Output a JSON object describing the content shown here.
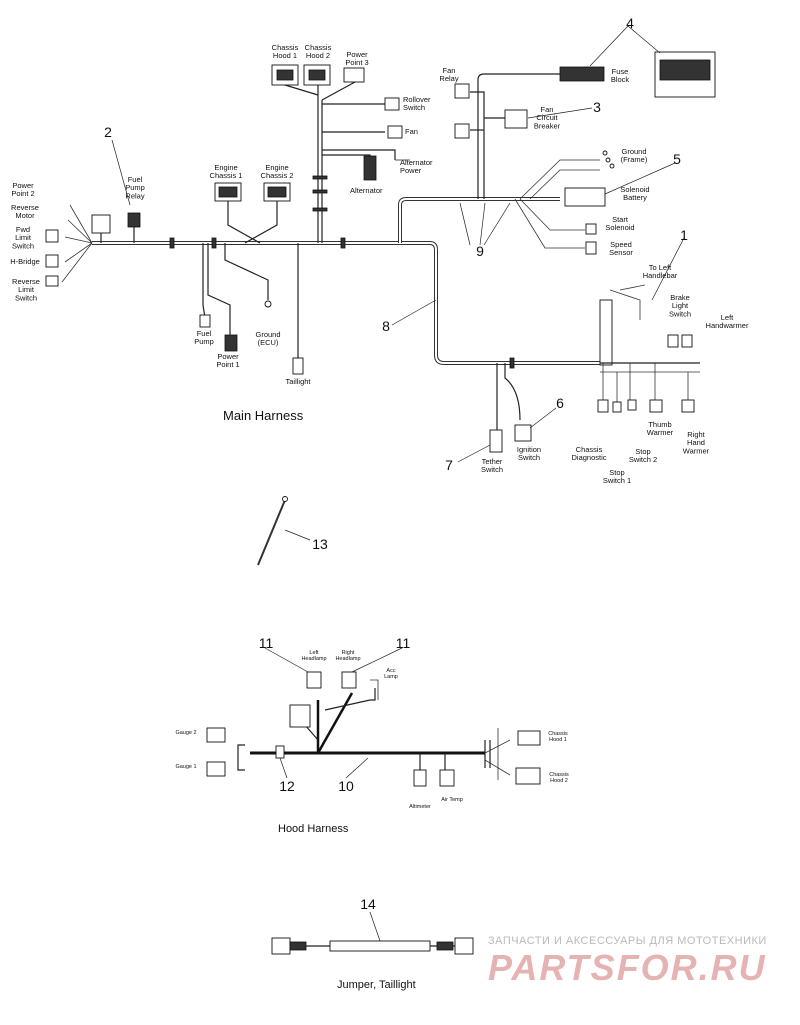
{
  "main_harness": {
    "title": "Main Harness",
    "labels": {
      "chassis_hood_1": [
        "Chassis",
        "Hood 1"
      ],
      "chassis_hood_2": [
        "Chassis",
        "Hood 2"
      ],
      "power_point_3": [
        "Power",
        "Point 3"
      ],
      "rollover_switch": [
        "Rollover",
        "Switch"
      ],
      "fan": [
        "Fan"
      ],
      "alternator_power": [
        "Alternator",
        "Power"
      ],
      "alternator": [
        "Alternator"
      ],
      "engine_chassis_1": [
        "Engine",
        "Chassis 1"
      ],
      "engine_chassis_2": [
        "Engine",
        "Chassis 2"
      ],
      "fuel_pump_relay": [
        "Fuel",
        "Pump",
        "Relay"
      ],
      "power_point_2": [
        "Power",
        "Point 2"
      ],
      "reverse_motor": [
        "Reverse",
        "Motor"
      ],
      "fwd_limit_switch": [
        "Fwd",
        "Limit",
        "Switch"
      ],
      "h_bridge": [
        "H-Bridge"
      ],
      "reverse_limit_switch": [
        "Reverse",
        "Limit",
        "Switch"
      ],
      "fuel_pump": [
        "Fuel",
        "Pump"
      ],
      "ground_ecu": [
        "Ground",
        "(ECU)"
      ],
      "power_point_1": [
        "Power",
        "Point 1"
      ],
      "taillight": [
        "Taillight"
      ],
      "fan_relay": [
        "Fan",
        "Relay"
      ],
      "fuse_block": [
        "Fuse",
        "Block"
      ],
      "fan_circuit_breaker": [
        "Fan",
        "Circuit",
        "Breaker"
      ],
      "ground_frame": [
        "Ground",
        "(Frame)"
      ],
      "solenoid_battery": [
        "Solenoid",
        "Battery"
      ],
      "start_solenoid": [
        "Start",
        "Solenoid"
      ],
      "speed_sensor": [
        "Speed",
        "Sensor"
      ],
      "to_left_handlebar": [
        "To Left",
        "Handlebar"
      ],
      "brake_light_switch": [
        "Brake",
        "Light",
        "Switch"
      ],
      "left_handwarmer": [
        "Left",
        "Handwarmer"
      ],
      "thumb_warmer": [
        "Thumb",
        "Warmer"
      ],
      "right_hand_warmer": [
        "Right",
        "Hand",
        "Warmer"
      ],
      "stop_switch_2": [
        "Stop",
        "Switch 2"
      ],
      "stop_switch_1": [
        "Stop",
        "Switch 1"
      ],
      "chassis_diagnostic": [
        "Chassis",
        "Diagnostic"
      ],
      "ignition_switch": [
        "Ignition",
        "Switch"
      ],
      "tether_switch": [
        "Tether",
        "Switch"
      ]
    }
  },
  "hood_harness": {
    "title": "Hood Harness",
    "labels": {
      "left_headlamp": [
        "Left",
        "Headlamp"
      ],
      "right_headlamp": [
        "Right",
        "Headlamp"
      ],
      "acc_lamp": [
        "Acc",
        "Lamp"
      ],
      "gauge_2": [
        "Gauge 2"
      ],
      "gauge_1": [
        "Gauge 1"
      ],
      "chassis_hood_1": [
        "Chassis",
        "Hood 1"
      ],
      "chassis_hood_2": [
        "Chassis",
        "Hood 2"
      ],
      "altimeter": [
        "Altimeter"
      ],
      "air_temp": [
        "Air Temp"
      ]
    }
  },
  "jumper": {
    "title": "Jumper, Taillight"
  },
  "callouts": {
    "n1": "1",
    "n2": "2",
    "n3": "3",
    "n4": "4",
    "n5": "5",
    "n6": "6",
    "n7": "7",
    "n8": "8",
    "n9": "9",
    "n10": "10",
    "n11a": "11",
    "n11b": "11",
    "n12": "12",
    "n13": "13",
    "n14": "14"
  },
  "watermark": {
    "tagline": "ЗАПЧАСТИ И АКСЕССУАРЫ ДЛЯ МОТОТЕХНИКИ",
    "brand": "PARTSFOR.RU"
  }
}
